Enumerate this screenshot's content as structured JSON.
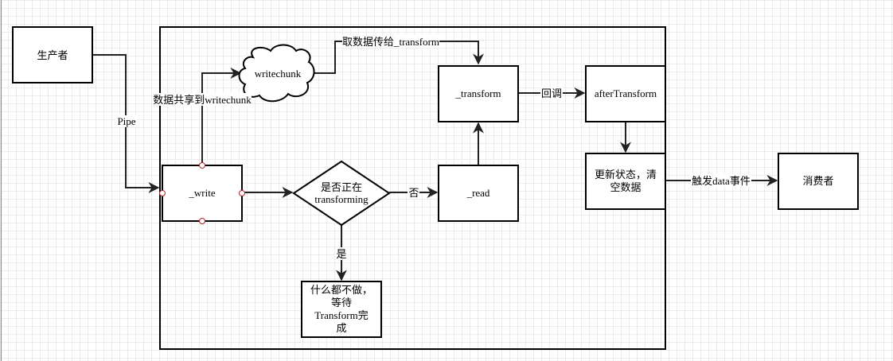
{
  "nodes": {
    "producer": "生产者",
    "write": "_write",
    "writechunk": "writechunk",
    "decision_line1": "是否正在",
    "decision_line2": "transforming",
    "wait_line1": "什么都不做，",
    "wait_line2": "等待",
    "wait_line3": "Transform完",
    "wait_line4": "成",
    "read": "_read",
    "transform": "_transform",
    "after_transform": "afterTransform",
    "update_line1": "更新状态，清",
    "update_line2": "空数据",
    "consumer": "消费者"
  },
  "edges": {
    "pipe": "Pipe",
    "share_to_writechunk": "数据共享到writechunk",
    "fetch_to_transform": "取数据传给_transform",
    "no": "否",
    "yes": "是",
    "callback": "回调",
    "emit_data": "触发data事件"
  },
  "colors": {
    "stroke": "#000000",
    "edge": "#222222",
    "handle": "#b22222",
    "grid": "#ececec"
  }
}
